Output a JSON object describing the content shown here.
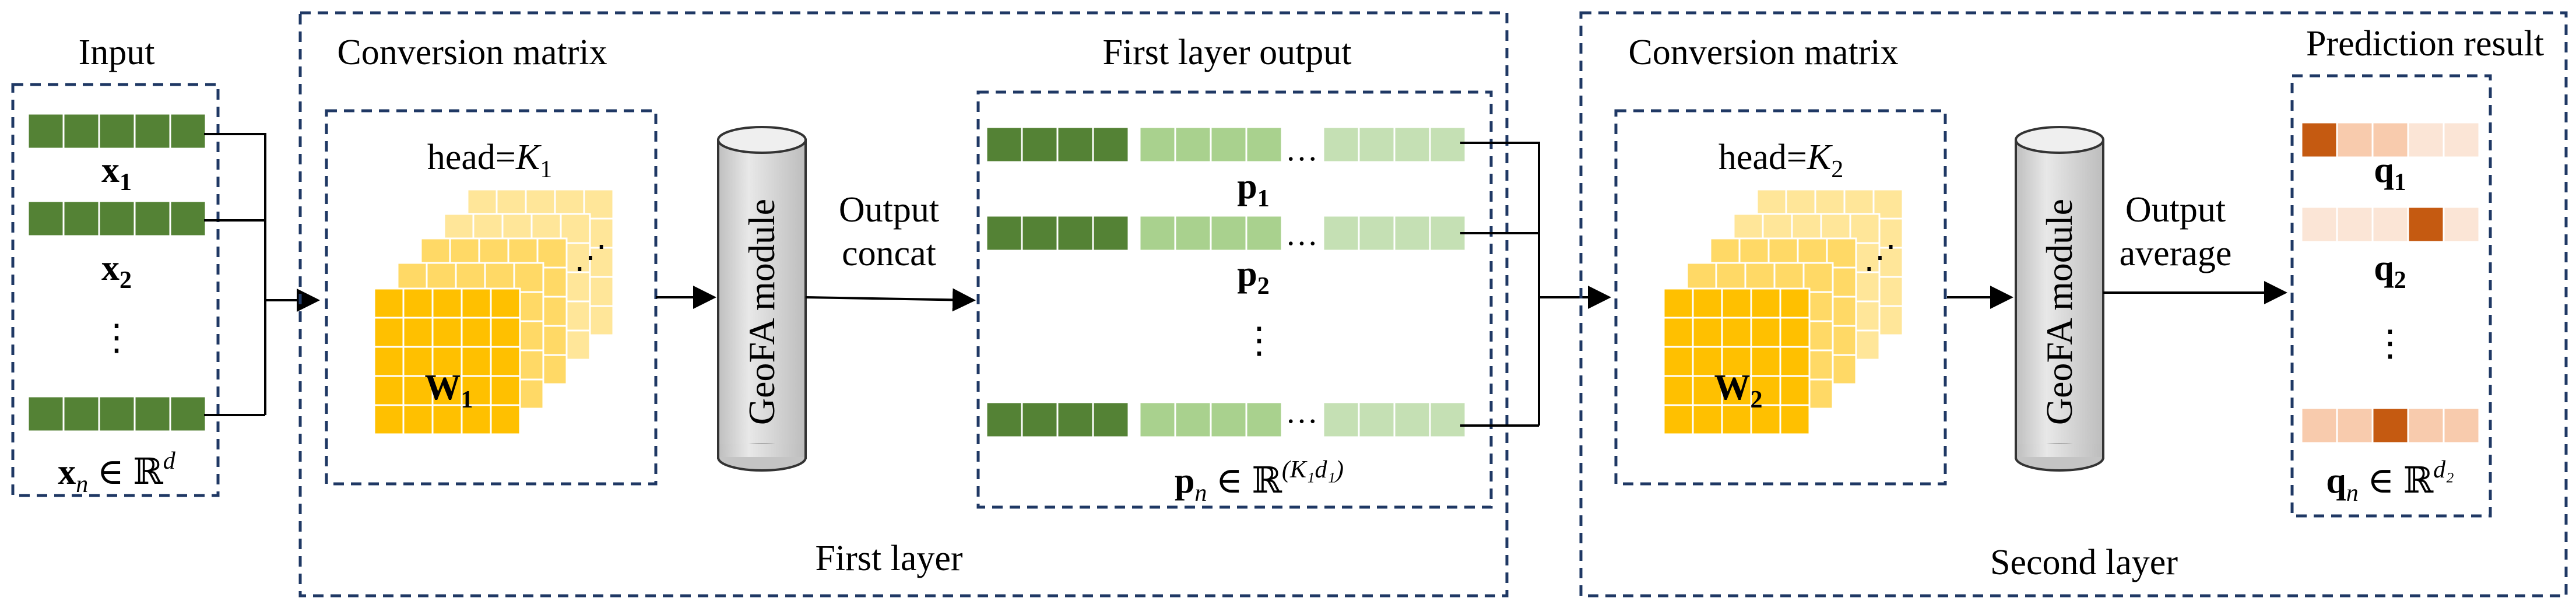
{
  "input": {
    "title": "Input",
    "rows": [
      {
        "sym": "x",
        "sub": "1"
      },
      {
        "sym": "x",
        "sub": "2"
      }
    ],
    "ellipsis": "⋮",
    "last": {
      "sym": "x",
      "sub": "n",
      "rel": " ∈ ℝ",
      "sup": "d"
    }
  },
  "first_layer": {
    "label": "First layer",
    "conversion_title": "Conversion matrix",
    "head_prefix": "head=",
    "head_var": "K",
    "head_sub": "1",
    "weight_sym": "W",
    "weight_sub": "1",
    "module": "GeoFA module",
    "combine_line1": "Output",
    "combine_line2": "concat",
    "output_title": "First layer output",
    "rows": [
      {
        "sym": "p",
        "sub": "1"
      },
      {
        "sym": "p",
        "sub": "2"
      }
    ],
    "ellipsis": "⋮",
    "last": {
      "sym": "p",
      "sub": "n",
      "rel": " ∈ ℝ",
      "sup": "(K₁d₁)"
    }
  },
  "second_layer": {
    "label": "Second layer",
    "conversion_title": "Conversion matrix",
    "head_prefix": "head=",
    "head_var": "K",
    "head_sub": "2",
    "weight_sym": "W",
    "weight_sub": "2",
    "module": "GeoFA module",
    "combine_line1": "Output",
    "combine_line2": "average",
    "output_title": "Prediction result",
    "rows": [
      {
        "sym": "q",
        "sub": "1"
      },
      {
        "sym": "q",
        "sub": "2"
      }
    ],
    "ellipsis": "⋮",
    "last": {
      "sym": "q",
      "sub": "n",
      "rel": " ∈ ℝ",
      "sup": "d₂"
    }
  },
  "colors": {
    "dark_green": "#548235",
    "light_green": "#a9d18e",
    "pale_green": "#c5e0b4",
    "gold": "#ffc000",
    "gold_light": "#ffd966",
    "gold_pale": "#ffe699",
    "orange_dark": "#c55a11",
    "orange_mid": "#f4b183",
    "orange_light": "#f8cbad",
    "orange_pale": "#fbe5d6",
    "cylinder": "#d9d9d9",
    "dash": "#1f3864"
  }
}
